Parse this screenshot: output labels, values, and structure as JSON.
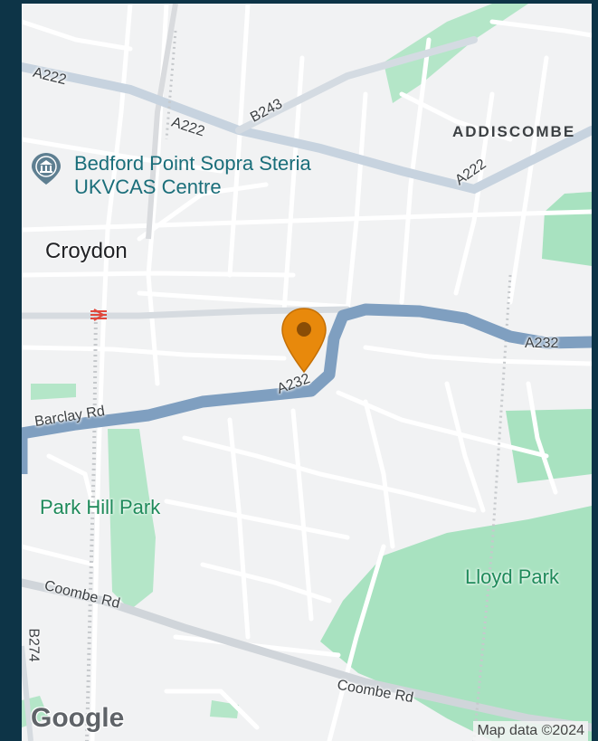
{
  "map": {
    "labels": {
      "a222_1": "A222",
      "a222_2": "A222",
      "a222_3": "A222",
      "b243": "B243",
      "addiscombe": "ADDISCOMBE",
      "croydon": "Croydon",
      "a232_1": "A232",
      "a232_2": "A232",
      "barclay": "Barclay Rd",
      "park_hill": "Park Hill Park",
      "lloyd_park": "Lloyd Park",
      "coombe_1": "Coombe Rd",
      "coombe_2": "Coombe Rd",
      "b274": "B274"
    },
    "poi": {
      "name": "Bedford Point Sopra Steria UKVCAS Centre",
      "icon": "government-building-icon"
    },
    "marker": {
      "icon": "location-pin-icon",
      "color": "#e8890c"
    },
    "colors": {
      "background": "#f1f2f3",
      "major_road": "#7f9fc0",
      "minor_road": "#ffffff",
      "road_outline": "#d6d9dd",
      "park": "#a8e2c0",
      "frame": "#0d3447"
    }
  },
  "footer": {
    "logo": "Google",
    "attribution": "Map data ©2024"
  }
}
